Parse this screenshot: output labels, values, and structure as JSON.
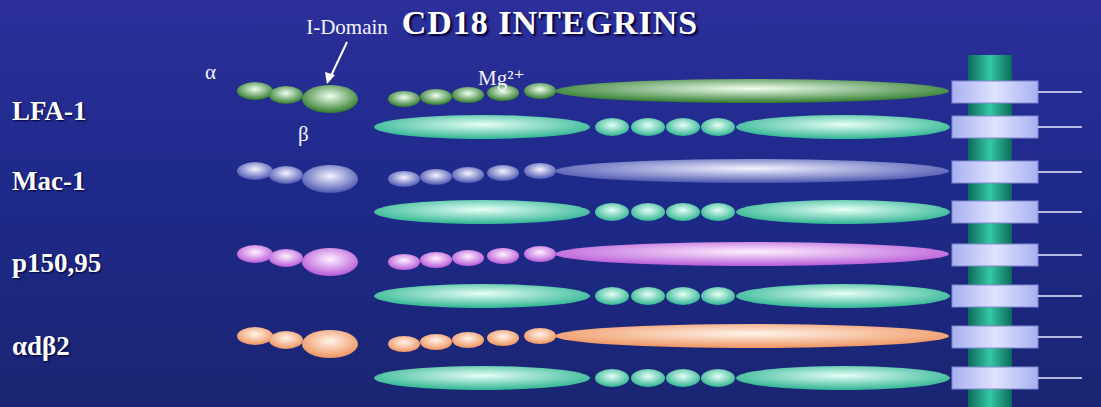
{
  "diagram": {
    "title": "CD18 INTEGRINS",
    "labels": [
      "I-Domain",
      "α",
      "Mg²⁺",
      "LFA-1",
      "β",
      "Mac-1",
      "p150,95",
      "αdβ2"
    ]
  }
}
